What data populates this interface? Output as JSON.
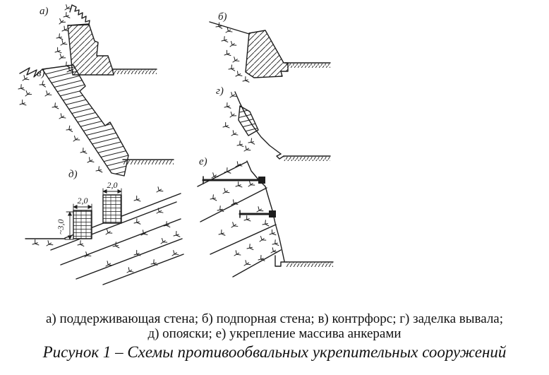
{
  "figure": {
    "labels": {
      "a": "а)",
      "b": "б)",
      "v": "в)",
      "g": "г)",
      "d": "д)",
      "e": "е)"
    },
    "dimensions": {
      "belt_width_top": "2,0",
      "belt_width_bottom": "2,0",
      "belt_height": "~3,0"
    }
  },
  "caption": {
    "line1": "а) поддерживающая стена; б) подпорная стена; в) контрфорс; г) заделка вывала;",
    "line2": "д) опояски; е) укрепление массива анкерами",
    "figure_title": "Рисунок 1 – Схемы противообвальных укрепительных сооружений"
  },
  "colors": {
    "ink": "#1d1d1d",
    "background": "#ffffff"
  }
}
